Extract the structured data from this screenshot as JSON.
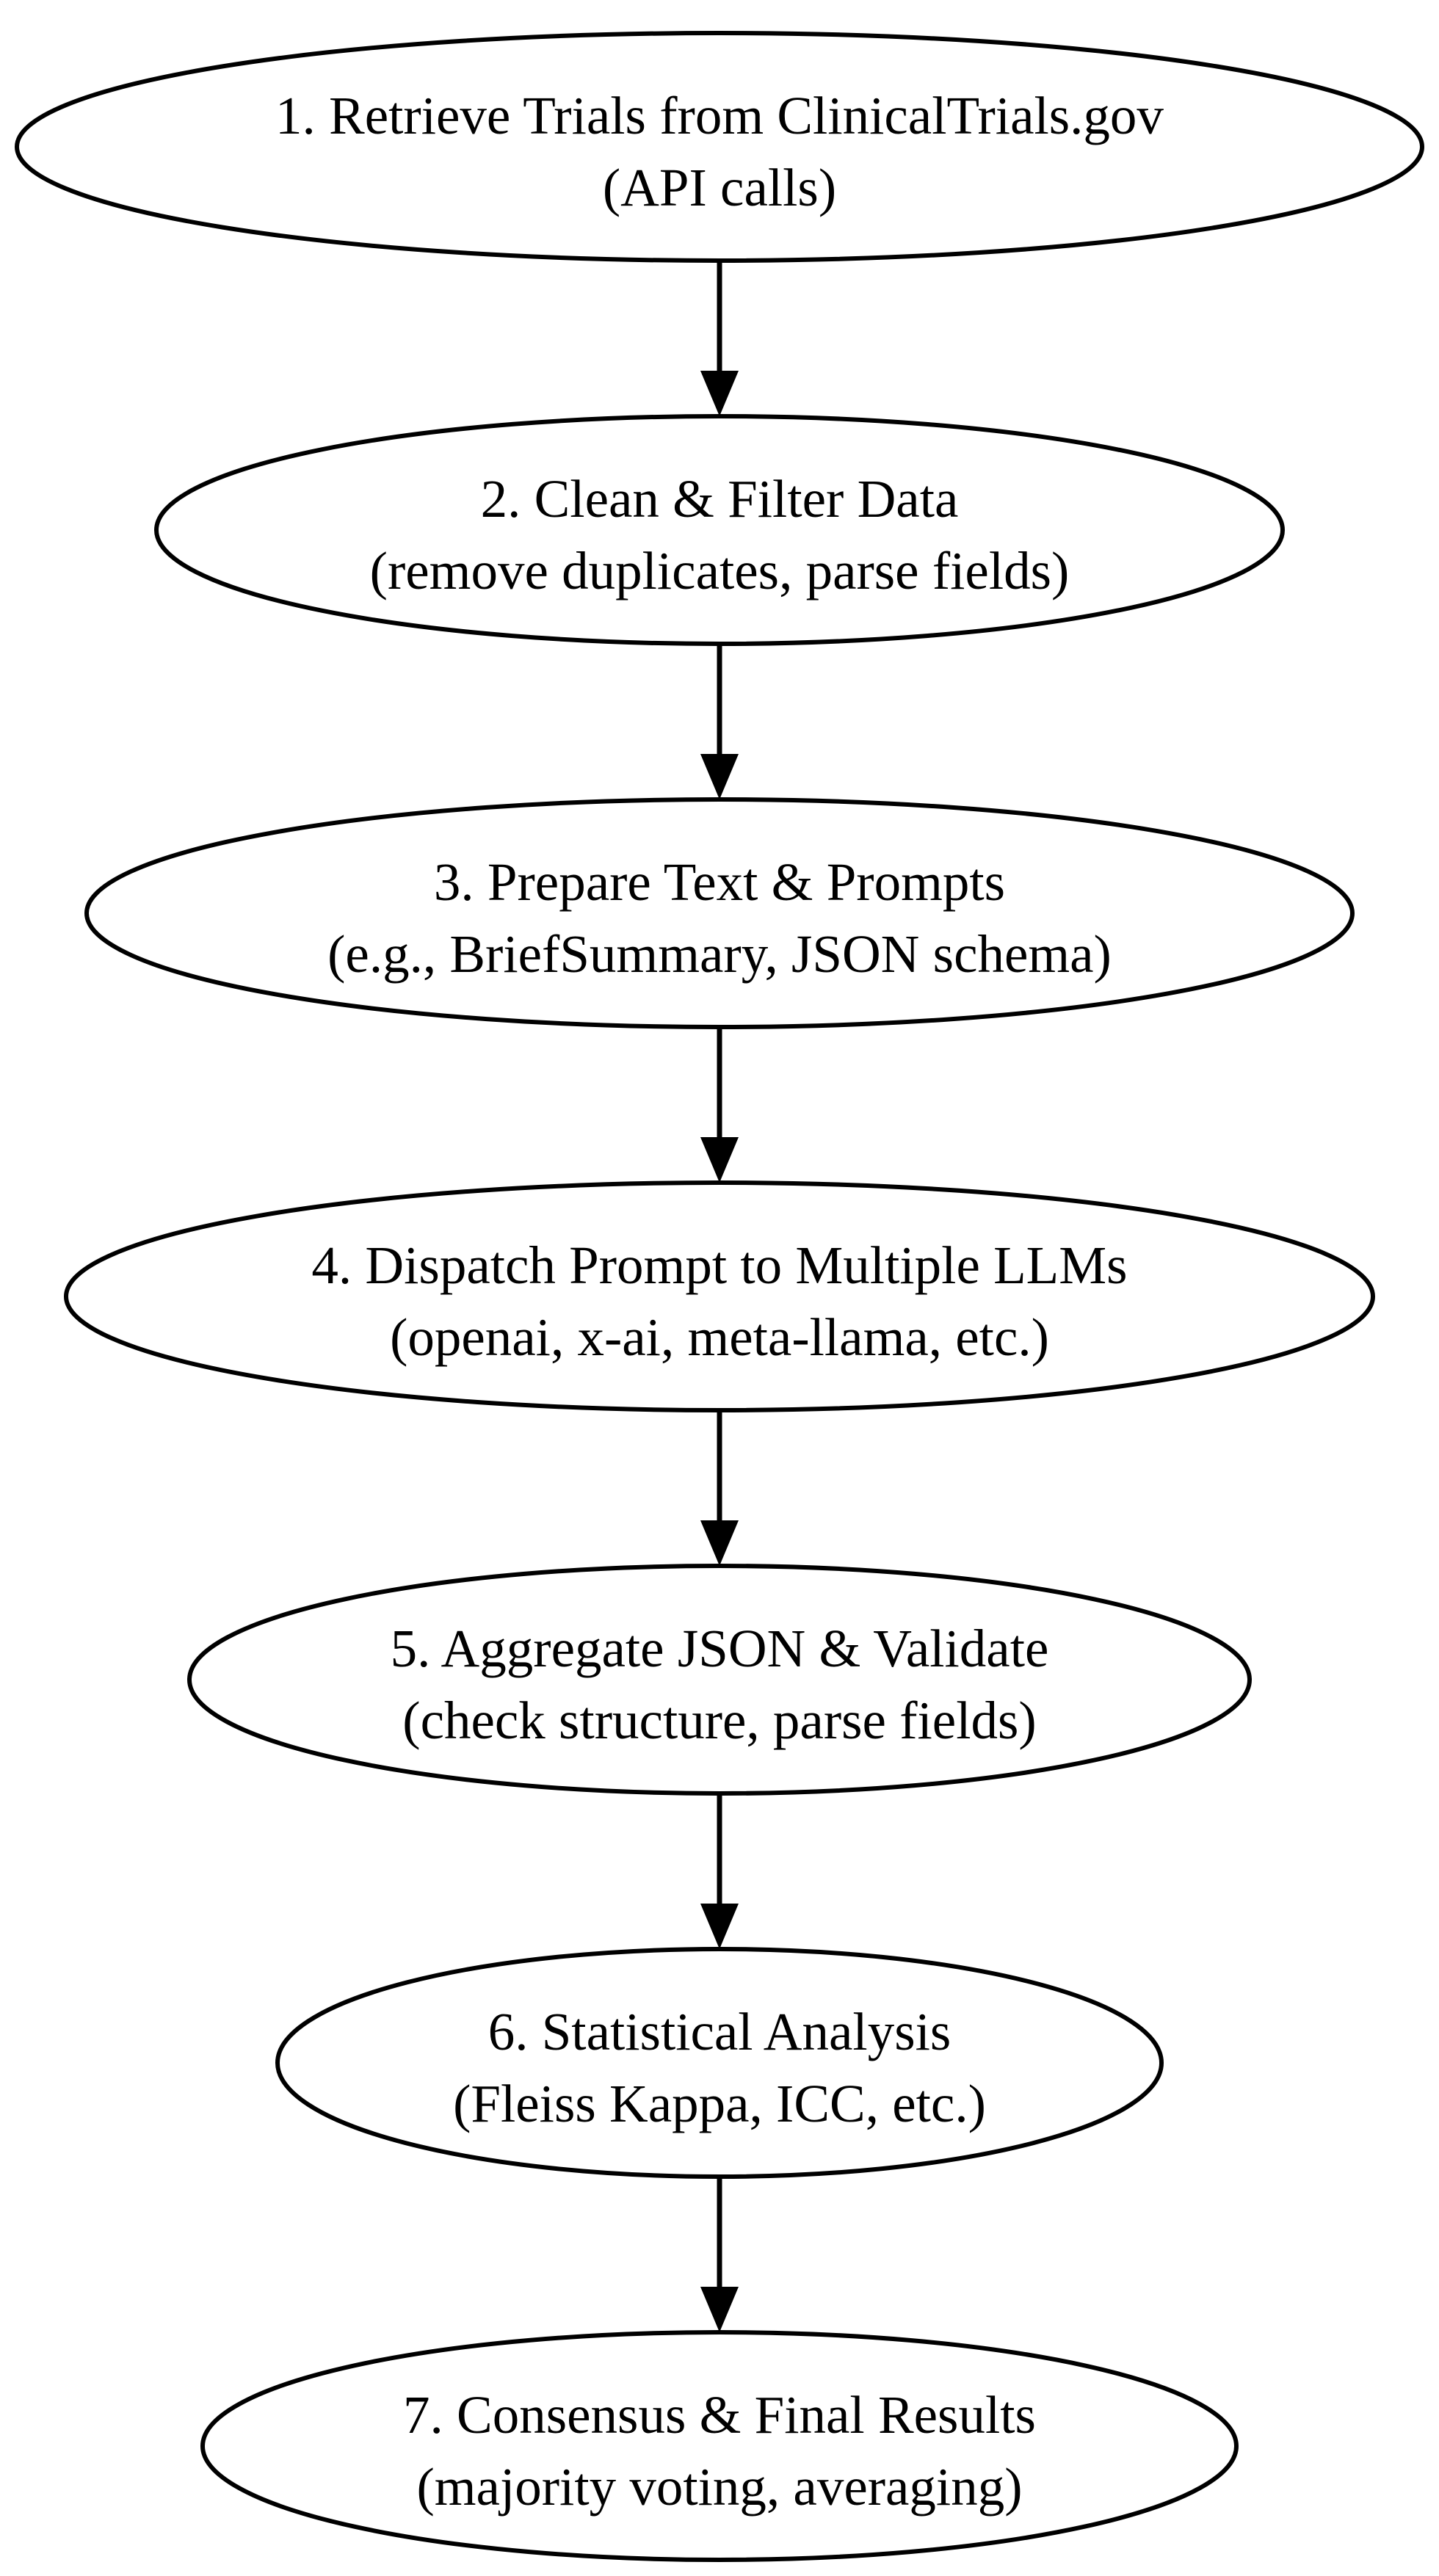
{
  "diagram": {
    "type": "flowchart",
    "direction": "top-to-bottom",
    "node_shape": "ellipse",
    "colors": {
      "paper": "#ffffff",
      "ink": "#000000"
    },
    "nodes": [
      {
        "step": "1",
        "title": "1. Retrieve Trials from ClinicalTrials.gov",
        "subtitle": "(API calls)"
      },
      {
        "step": "2",
        "title": "2. Clean & Filter Data",
        "subtitle": "(remove duplicates, parse fields)"
      },
      {
        "step": "3",
        "title": "3. Prepare Text & Prompts",
        "subtitle": "(e.g., BriefSummary, JSON schema)"
      },
      {
        "step": "4",
        "title": "4. Dispatch Prompt to Multiple LLMs",
        "subtitle": "(openai, x-ai, meta-llama, etc.)"
      },
      {
        "step": "5",
        "title": "5. Aggregate JSON & Validate",
        "subtitle": "(check structure, parse fields)"
      },
      {
        "step": "6",
        "title": "6. Statistical Analysis",
        "subtitle": "(Fleiss Kappa, ICC, etc.)"
      },
      {
        "step": "7",
        "title": "7. Consensus & Final Results",
        "subtitle": "(majority voting, averaging)"
      }
    ],
    "edges": [
      {
        "from": "1",
        "to": "2"
      },
      {
        "from": "2",
        "to": "3"
      },
      {
        "from": "3",
        "to": "4"
      },
      {
        "from": "4",
        "to": "5"
      },
      {
        "from": "5",
        "to": "6"
      },
      {
        "from": "6",
        "to": "7"
      }
    ]
  }
}
